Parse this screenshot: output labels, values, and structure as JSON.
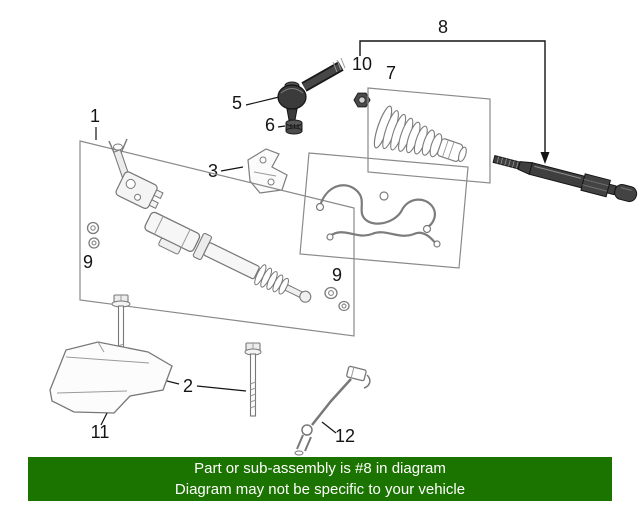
{
  "banner": {
    "line1": "Part or sub-assembly is #8 in diagram",
    "line2": "Diagram may not be specific to your vehicle"
  },
  "colors": {
    "banner_bg": "#1b7300",
    "banner_text": "#ffffff",
    "highlight_part_fill": "#3f3f3f",
    "line_art_outline": "#7c7c7c",
    "callout_line": "#141414"
  },
  "callouts": {
    "c1": "1",
    "c2": "2",
    "c3": "3",
    "c5": "5",
    "c6": "6",
    "c7": "7",
    "c8": "8",
    "c9_left": "9",
    "c9_right": "9",
    "c10": "10",
    "c11": "11",
    "c12": "12"
  }
}
